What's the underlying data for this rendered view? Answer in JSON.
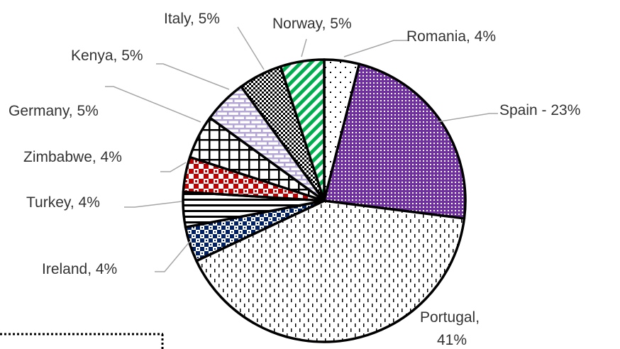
{
  "chart_data": {
    "type": "pie",
    "start_angle_deg": 0,
    "direction": "clockwise",
    "slices": [
      {
        "name": "Romania",
        "value": 4,
        "label": "Romania, 4%",
        "pattern": "dots",
        "color": "#000000"
      },
      {
        "name": "Spain",
        "value": 23,
        "label": "Spain - 23%",
        "pattern": "dense-grid",
        "color": "#7030a0"
      },
      {
        "name": "Portugal",
        "value": 41,
        "label_lines": [
          "Portugal,",
          "41%"
        ],
        "pattern": "dashes",
        "color": "#000000"
      },
      {
        "name": "Ireland",
        "value": 4,
        "label": "Ireland, 4%",
        "pattern": "checker",
        "color": "#002060"
      },
      {
        "name": "Turkey",
        "value": 4,
        "label": "Turkey, 4%",
        "pattern": "horizontal",
        "color": "#000000"
      },
      {
        "name": "Zimbabwe",
        "value": 4,
        "label": "Zimbabwe, 4%",
        "pattern": "checker-large",
        "color": "#c00000"
      },
      {
        "name": "Germany",
        "value": 5,
        "label": "Germany, 5%",
        "pattern": "grid",
        "color": "#000000"
      },
      {
        "name": "Kenya",
        "value": 5,
        "label": "Kenya, 5%",
        "pattern": "brick",
        "color": "#b4a7d6"
      },
      {
        "name": "Italy",
        "value": 5,
        "label": "Italy, 5%",
        "pattern": "fine-checker",
        "color": "#000000"
      },
      {
        "name": "Norway",
        "value": 5,
        "label": "Norway, 5%",
        "pattern": "diagonal",
        "color": "#00b050"
      }
    ]
  }
}
